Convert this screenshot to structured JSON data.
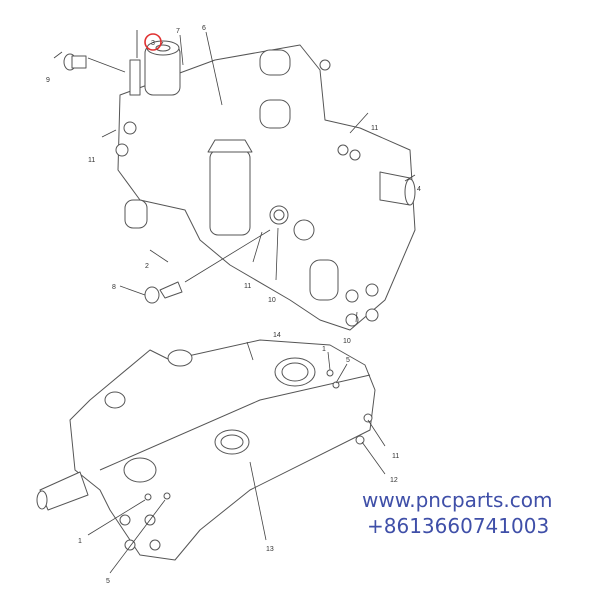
{
  "diagram": {
    "upper_assembly_callouts": [
      "3",
      "7",
      "6",
      "9",
      "11",
      "11",
      "4",
      "2",
      "8",
      "11",
      "10",
      "10"
    ],
    "lower_assembly_callouts": [
      "14",
      "1",
      "5",
      "11",
      "12",
      "1",
      "13",
      "5"
    ],
    "highlighted_callout": "3",
    "highlight_color": "#e03030",
    "line_color": "#444444"
  },
  "watermark": {
    "website": "www.pncparts.com",
    "phone": "+8613660741003",
    "color": "#3f4fa8"
  }
}
